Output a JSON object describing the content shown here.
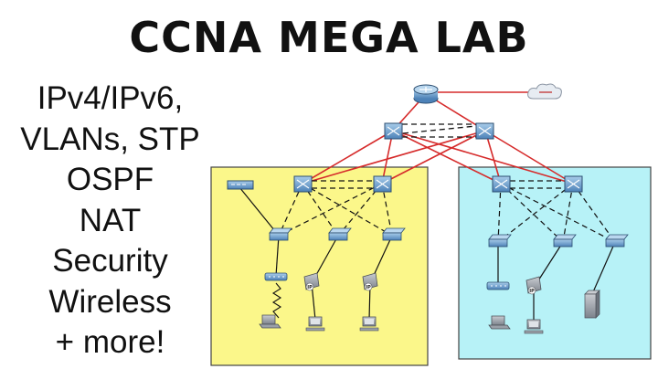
{
  "title": "CCNA MEGA LAB",
  "topics": [
    "IPv4/IPv6,",
    "VLANs, STP",
    "OSPF",
    "NAT",
    "Security",
    "Wireless",
    "+ more!"
  ],
  "device_labels": [
    "IP",
    "IP",
    "IP"
  ],
  "colors": {
    "zone_left": "#fbf78a",
    "zone_right": "#b7f2f7",
    "uplink_line": "#d62b2b",
    "lan_line": "#111111",
    "device_blue": "#5a8fc0"
  }
}
